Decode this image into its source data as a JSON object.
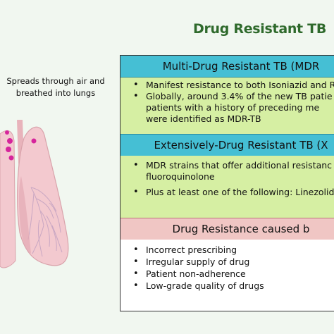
{
  "title": "Drug Resistant TB",
  "caption": {
    "line1": "Spreads through air and",
    "line2": "breathed into lungs"
  },
  "sections": {
    "mdr": {
      "header": "Multi-Drug Resistant TB (MDR",
      "items": [
        "Manifest resistance to both Isoniazid and R",
        "Globally, around 3.4% of the new TB patie",
        "patients with a history of preceding me",
        "were identified as MDR-TB"
      ]
    },
    "xdr": {
      "header": "Extensively-Drug Resistant TB (X",
      "items": [
        "MDR strains that offer additional resistanc",
        "fluoroquinolone",
        "Plus at least one of the following: Linezolid"
      ]
    },
    "causes": {
      "header": "Drug Resistance caused b",
      "items": [
        "Incorrect prescribing",
        "Irregular supply of drug",
        "Patient non-adherence",
        "Low-grade quality of drugs"
      ]
    }
  },
  "colors": {
    "title": "#2f6a2c",
    "header_blue": "#45bfd4",
    "section_green": "#d6efa3",
    "header_pink": "#f0c6c4",
    "lung_fill": "#f3c9cf",
    "bacteria": "#d6249c"
  }
}
